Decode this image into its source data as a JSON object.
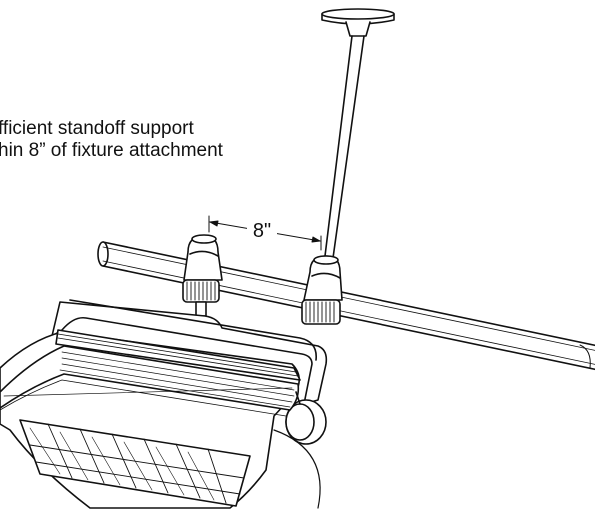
{
  "callout": {
    "line1": "fficient standoff support",
    "line2": "hin 8” of fixture attachment"
  },
  "dimension": {
    "label": "8\""
  }
}
